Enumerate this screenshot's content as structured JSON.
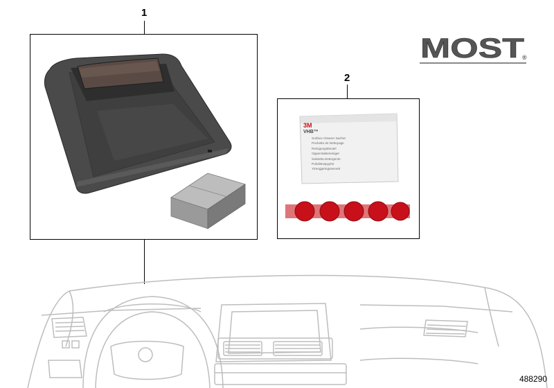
{
  "callouts": {
    "part_1": "1",
    "part_2": "2"
  },
  "logo": {
    "text": "MOST",
    "registered_mark": "®"
  },
  "sachet": {
    "brand": "3M",
    "product": "VHB™",
    "lines": [
      "Surface Cleaner Sachet",
      "Pochette de Nettoyage",
      "Reinigungsbeutel",
      "Oppervlaktereiniger",
      "Salvietta Detergente",
      "Puhdistuspyyhe",
      "Ytrengjøringsservett"
    ]
  },
  "diagram_number": "488290",
  "colors": {
    "line": "#000000",
    "panel_dark": "#3c3c3c",
    "panel_mid": "#4a4a4a",
    "box_grey": "#9a9a9a",
    "adhesive_red": "#c8101a",
    "dashboard_line": "#bdbdbd",
    "logo_grey": "#555555"
  }
}
